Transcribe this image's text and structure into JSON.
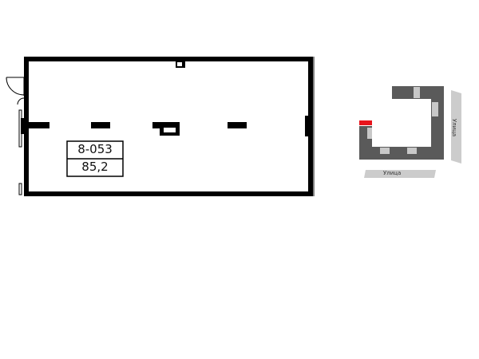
{
  "unit": {
    "number": "8-053",
    "area": "85,2"
  },
  "minimap": {
    "street_right": "Улица",
    "street_bottom": "Улица",
    "highlight_color": "#e8141c",
    "block_color": "#5a5a5a",
    "light_block_color": "#c8c8c8"
  }
}
